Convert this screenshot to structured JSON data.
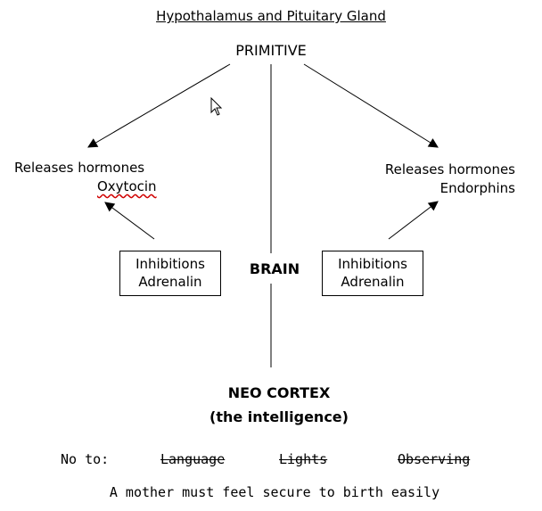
{
  "title": "Hypothalamus and Pituitary Gland",
  "top_label": "PRIMITIVE",
  "left_release": {
    "line1": "Releases hormones",
    "line2": "Oxytocin"
  },
  "right_release": {
    "line1": "Releases hormones",
    "line2": "Endorphins"
  },
  "left_box": {
    "line1": "Inhibitions",
    "line2": "Adrenalin"
  },
  "right_box": {
    "line1": "Inhibitions",
    "line2": "Adrenalin"
  },
  "center_label": "BRAIN",
  "bottom_label": {
    "line1": "NEO CORTEX",
    "line2": "(the intelligence)"
  },
  "no_to": {
    "label": "No to:",
    "items": [
      "Language",
      "Lights",
      "Observing"
    ]
  },
  "footer": "A mother must feel secure to birth easily",
  "colors": {
    "spellcheck_underline": "#d00000"
  },
  "icons": {
    "pointer": "mouse-pointer-icon"
  }
}
